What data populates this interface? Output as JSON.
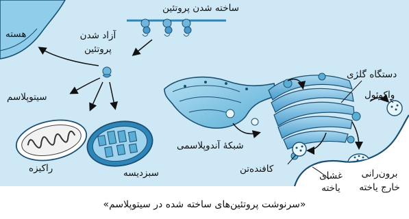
{
  "caption": "«سرنوشت پروتئین‌های ساخته شده در سیتوپلاسم»",
  "labels": {
    "protein_synthesis": "ساخته شدن پروتئین",
    "nucleus": "هسته",
    "protein_release": "آزاد شدن پروتئین",
    "cytoplasm": "سیتوپلاسم",
    "mitochondrion": "راکیزه",
    "chloroplast": "سبزدیسه",
    "er": "شبکهٔ آندوپلاسمی",
    "golgi": "دستگاه گلژی",
    "vacuole": "واکوئول",
    "vesicle": "کافنده‌تن",
    "membrane": "غشای یاخته",
    "exocytosis": "برون‌رانی خارج یاخته"
  },
  "colors": {
    "cytoplasm_bg": "#cfe8f5",
    "nucleus_fill": "#7fc4e8",
    "organelle_blue": "#5aaed6",
    "organelle_dark": "#2e86b8",
    "outline": "#1b4f72",
    "arrow": "#111111"
  }
}
